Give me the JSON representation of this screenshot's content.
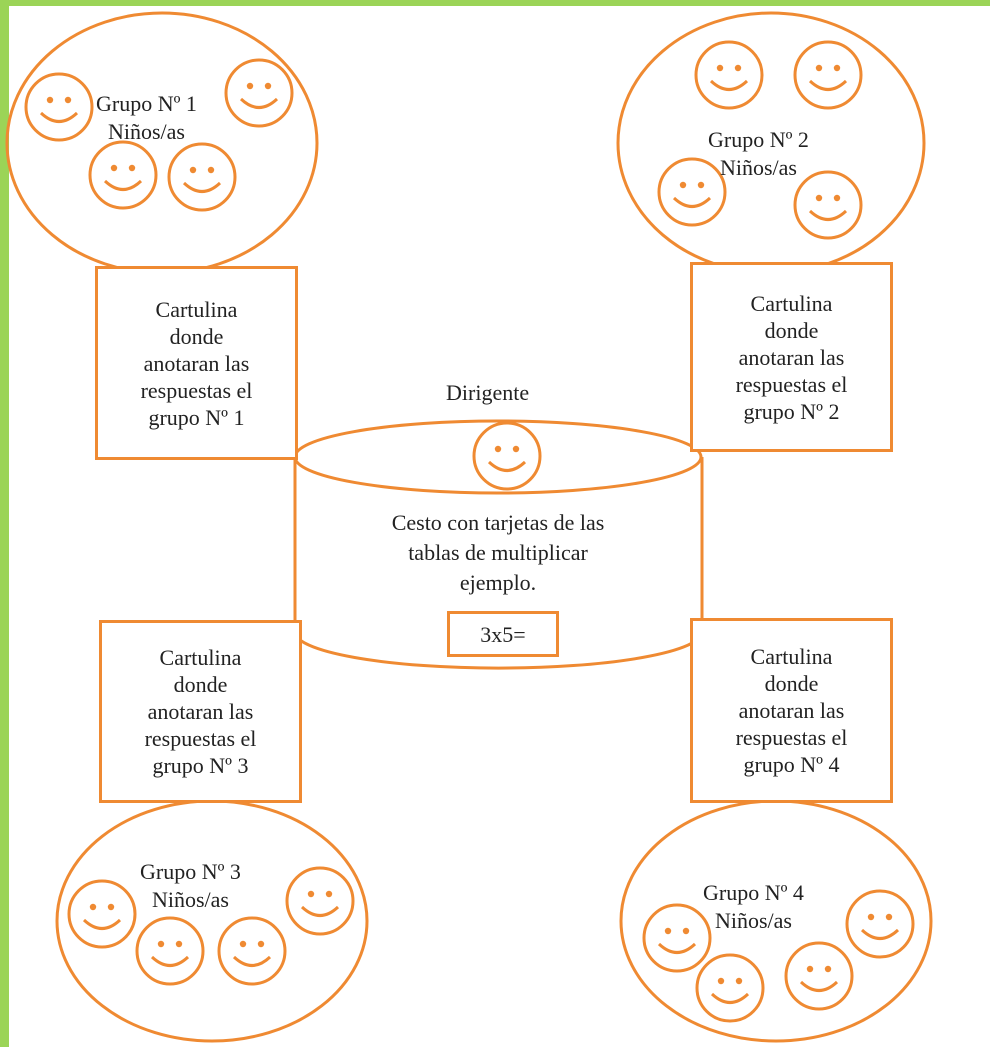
{
  "colors": {
    "accent": "#ef8a32",
    "frame": "#9bd457",
    "text": "#222222"
  },
  "icon": "smiley-face-icon",
  "groups": [
    {
      "title": "Grupo Nº 1",
      "subtitle": "Niños/as",
      "card": "Cartulina\ndonde\nanotaran las\nrespuestas el\ngrupo Nº 1"
    },
    {
      "title": "Grupo Nº 2",
      "subtitle": "Niños/as",
      "card": "Cartulina\ndonde\nanotaran las\nrespuestas el\ngrupo Nº 2"
    },
    {
      "title": "Grupo Nº 3",
      "subtitle": "Niños/as",
      "card": "Cartulina\ndonde\nanotaran las\nrespuestas el\ngrupo Nº 3"
    },
    {
      "title": "Grupo Nº 4",
      "subtitle": "Niños/as",
      "card": "Cartulina\ndonde\nanotaran las\nrespuestas el\ngrupo Nº 4"
    }
  ],
  "center": {
    "leader": "Dirigente",
    "basket_text": "Cesto con tarjetas de las\ntablas de multiplicar\nejemplo.",
    "example": "3x5="
  }
}
